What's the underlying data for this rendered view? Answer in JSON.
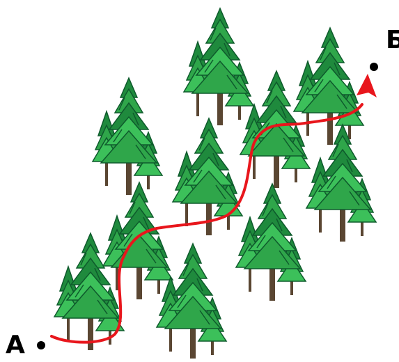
{
  "points": {
    "start_label": "А",
    "end_label": "Б"
  },
  "colors": {
    "path": "#e8161c",
    "tree_dark": "#0e5a2c",
    "tree_mid": "#1f8a3d",
    "tree_light": "#3cc05a",
    "trunk": "#5a4632",
    "point": "#000000"
  },
  "icons": {
    "tree": "fir-tree-icon",
    "point": "dot-icon",
    "arrow": "arrowhead-icon"
  },
  "tree_count": 10
}
